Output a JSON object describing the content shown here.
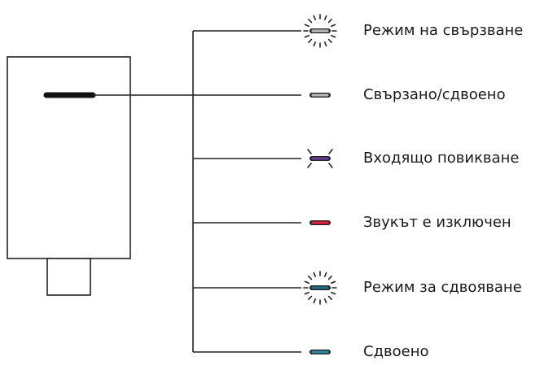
{
  "device": {
    "led_color": "#111111"
  },
  "legend": [
    {
      "label": "Режим на свързване",
      "led_color": "#b8b8b8",
      "indicator": "blinking-led-icon"
    },
    {
      "label": "Свързано/сдвоено",
      "led_color": "#b8b8b8",
      "indicator": "steady-led-icon"
    },
    {
      "label": "Входящо повикване",
      "led_color": "#6a3d98",
      "indicator": "flashing-led-icon"
    },
    {
      "label": "Звукът е изключен",
      "led_color": "#e0203c",
      "indicator": "steady-led-icon"
    },
    {
      "label": "Режим за сдвояване",
      "led_color": "#1f6f86",
      "indicator": "blinking-led-icon"
    },
    {
      "label": "Сдвоено",
      "led_color": "#2a8aa6",
      "indicator": "steady-led-icon"
    }
  ]
}
